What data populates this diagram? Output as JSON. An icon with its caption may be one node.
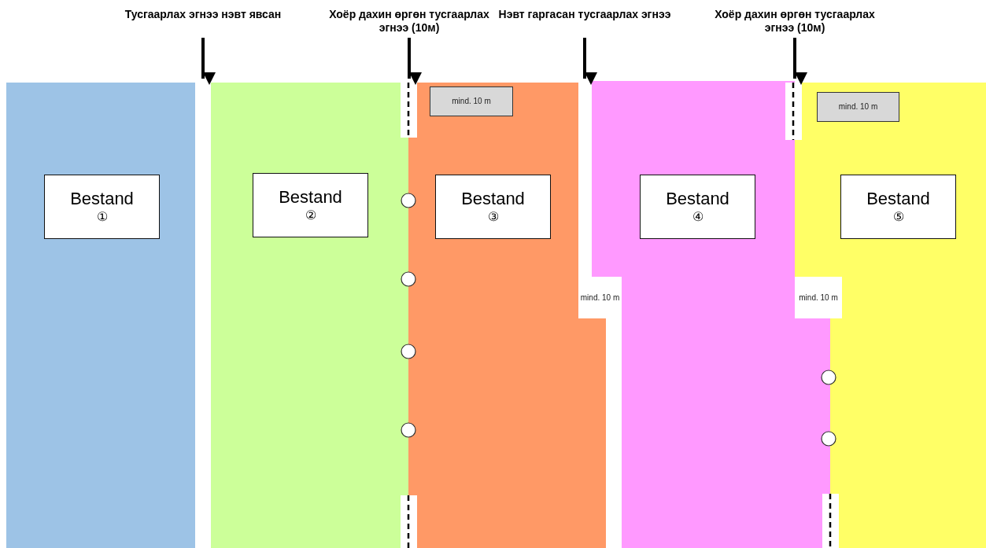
{
  "diagram": {
    "nodes": [
      {
        "text": [
          "Тусгаарлах эгнээ нэвт явсан"
        ]
      },
      {
        "text": [
          "Хоёр дахин өргөн тусгаарлах эгнээ (10м)"
        ]
      },
      {
        "text": [
          "Нэвт гаргасан тусгаарлах эгнээ"
        ]
      },
      {
        "text": [
          "Хоёр дахин өргөн тусгаарлах эгнээ (10м)"
        ]
      },
      {
        "text": [
          "Bestand",
          "①"
        ]
      },
      {
        "text": [
          "Bestand",
          "②"
        ]
      },
      {
        "text": [
          "Bestand",
          "③"
        ]
      },
      {
        "text": [
          "Bestand",
          "④"
        ]
      },
      {
        "text": [
          "Bestand",
          "⑤"
        ]
      }
    ],
    "edges": [
      {
        "from": 0,
        "to": null,
        "arrow": "to"
      },
      {
        "from": 1,
        "to": null,
        "arrow": "to"
      },
      {
        "from": 2,
        "to": null,
        "arrow": "to"
      },
      {
        "from": 3,
        "to": null,
        "arrow": "to"
      }
    ],
    "labels": [
      "mind. 10 m",
      "mind. 10 m",
      "mind. 10 m",
      "mind. 10 m"
    ]
  }
}
